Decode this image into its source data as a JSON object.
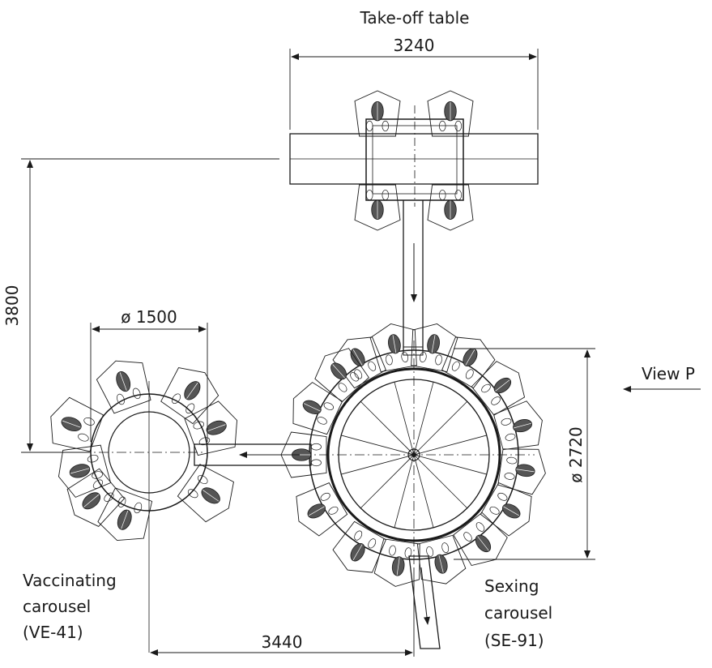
{
  "labels": {
    "takeoff_table": "Take-off table",
    "view": "View P",
    "vaccinating": [
      "Vaccinating",
      "carousel",
      "(VE-41)"
    ],
    "sexing": [
      "Sexing",
      "carousel",
      "(SE-91)"
    ]
  },
  "dimensions": {
    "table_width": "3240",
    "vertical_offset": "3800",
    "vaccinating_diameter": "ø 1500",
    "sexing_diameter": "ø 2720",
    "horizontal_offset": "3440"
  },
  "colors": {
    "ink": "#1a1a1a",
    "paper": "#ffffff"
  }
}
